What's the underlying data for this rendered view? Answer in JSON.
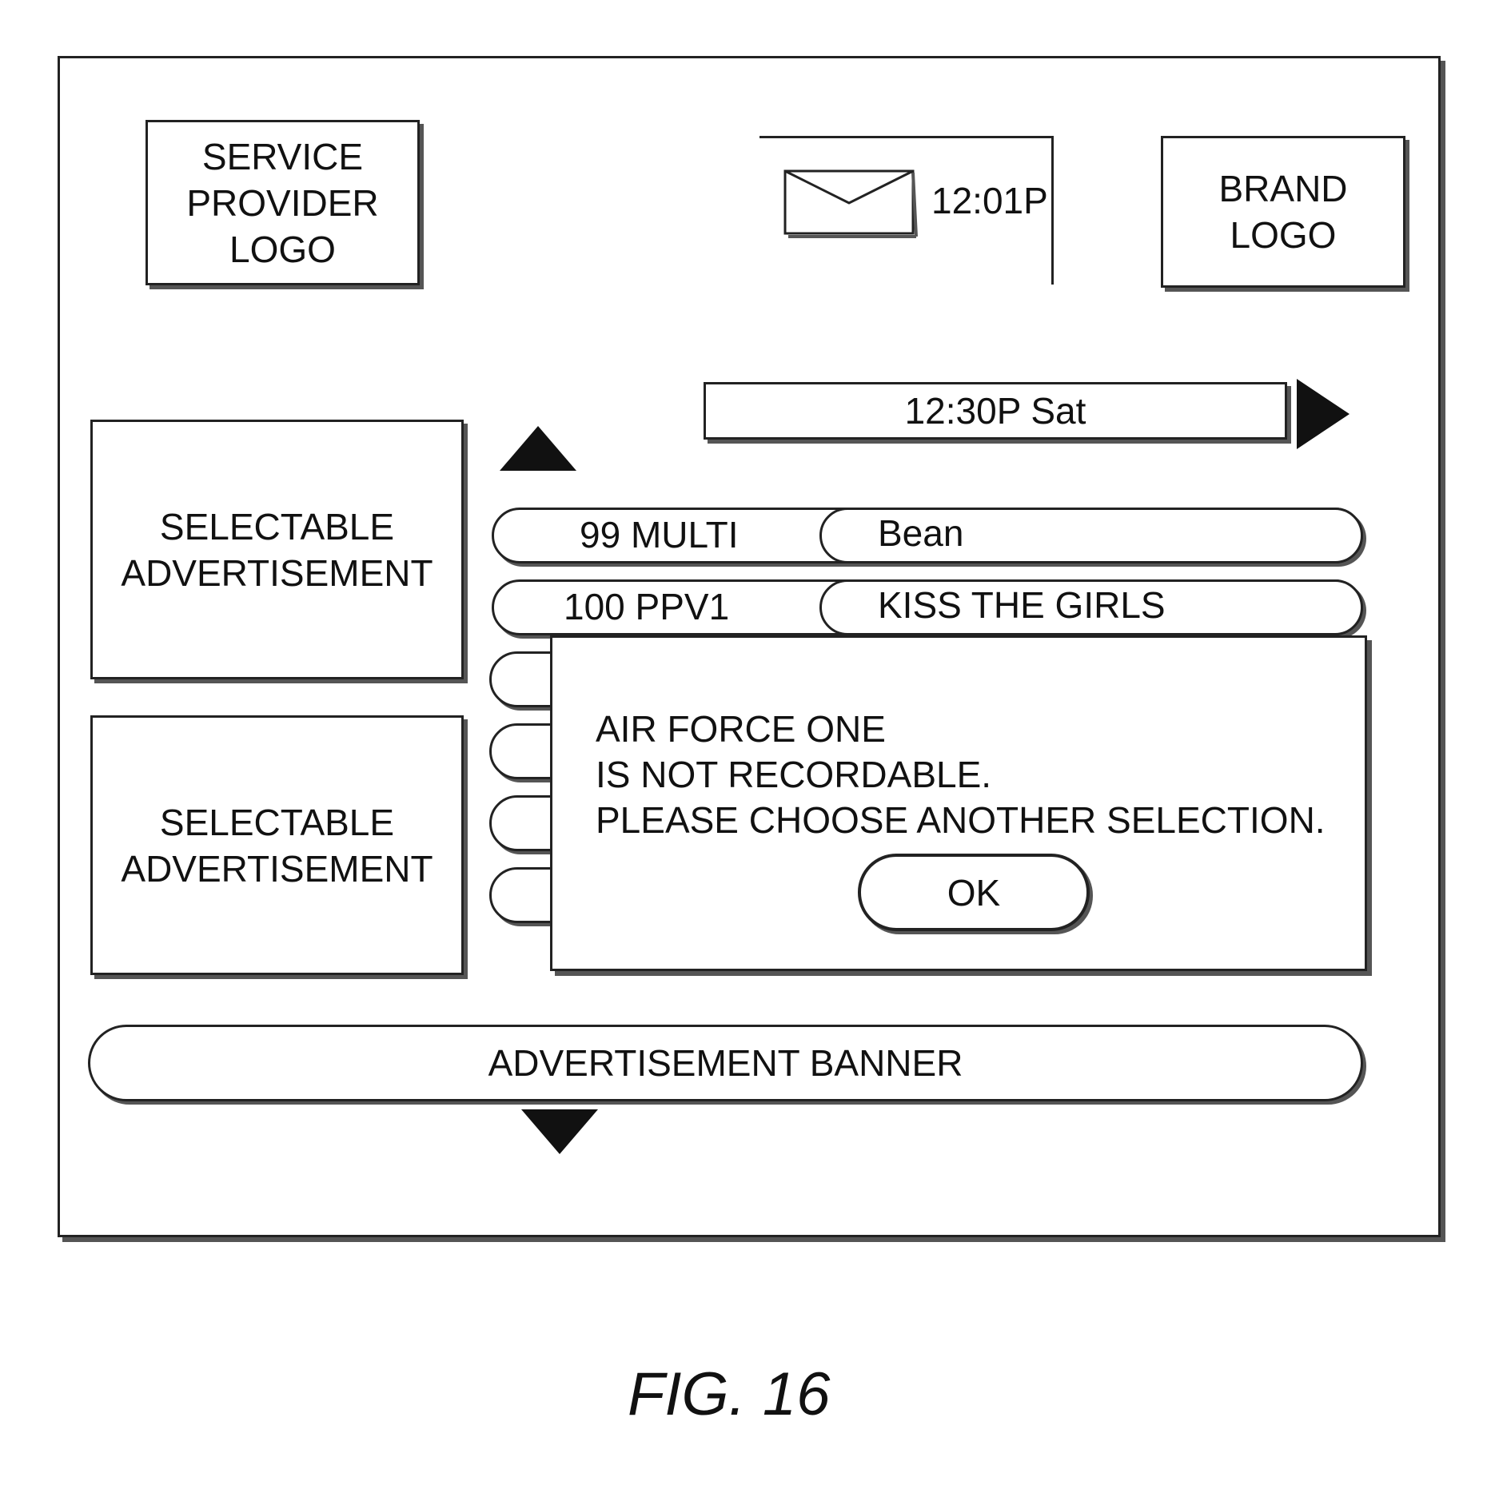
{
  "header": {
    "service_provider_logo": "SERVICE\nPROVIDER\nLOGO",
    "brand_logo": "BRAND\nLOGO",
    "mail_icon": "envelope-icon",
    "clock_time": "12:01P"
  },
  "guide": {
    "time_slot": "12:30P Sat",
    "rows": [
      {
        "channel": "99 MULTI",
        "program": "Bean"
      },
      {
        "channel": "100 PPV1",
        "program": "KISS THE GIRLS"
      }
    ],
    "hidden_rows_count": 4
  },
  "ads": {
    "left_top": "SELECTABLE\nADVERTISEMENT",
    "left_bottom": "SELECTABLE\nADVERTISEMENT",
    "banner": "ADVERTISEMENT BANNER"
  },
  "dialog": {
    "line1": "AIR FORCE ONE",
    "line2": "IS NOT RECORDABLE.",
    "line3": "PLEASE CHOOSE ANOTHER SELECTION.",
    "ok_label": "OK"
  },
  "figure_caption": "FIG. 16"
}
